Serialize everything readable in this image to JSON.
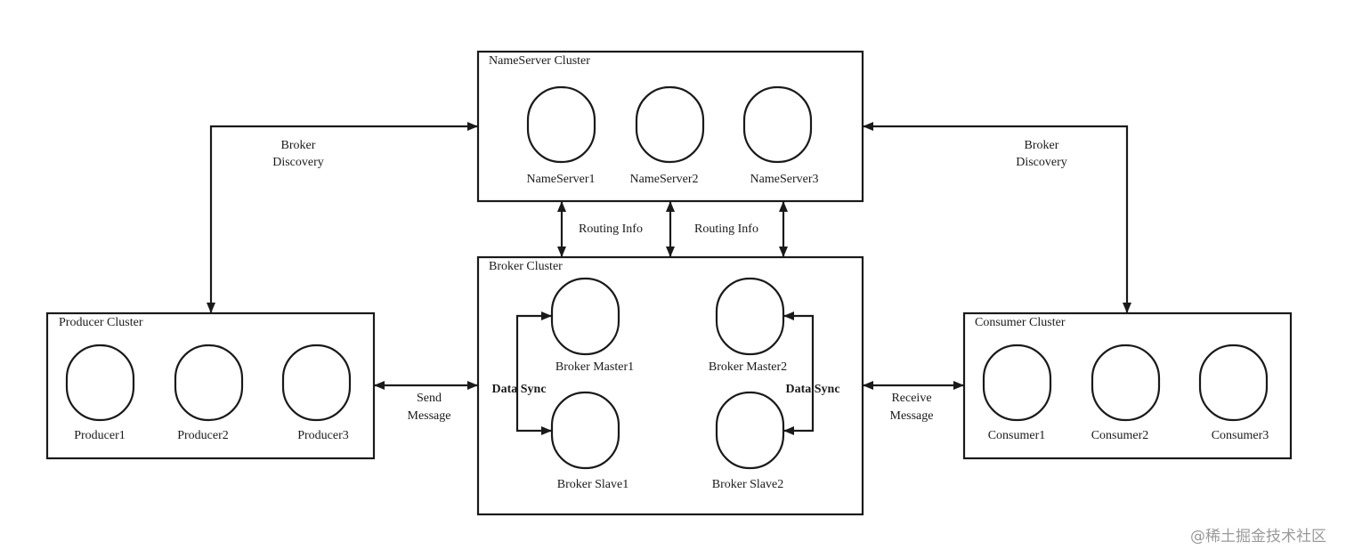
{
  "clusters": {
    "nameserver": {
      "title": "NameServer Cluster",
      "nodes": [
        "NameServer1",
        "NameServer2",
        "NameServer3"
      ]
    },
    "broker": {
      "title": "Broker Cluster",
      "nodes": [
        "Broker Master1",
        "Broker Master2",
        "Broker Slave1",
        "Broker Slave2"
      ]
    },
    "producer": {
      "title": "Producer Cluster",
      "nodes": [
        "Producer1",
        "Producer2",
        "Producer3"
      ]
    },
    "consumer": {
      "title": "Consumer Cluster",
      "nodes": [
        "Consumer1",
        "Consumer2",
        "Consumer3"
      ]
    }
  },
  "edges": {
    "producer_discovery": [
      "Broker",
      "Discovery"
    ],
    "consumer_discovery": [
      "Broker",
      "Discovery"
    ],
    "routing_left": "Routing Info",
    "routing_right": "Routing Info",
    "send": [
      "Send",
      "Message"
    ],
    "receive": [
      "Receive",
      "Message"
    ],
    "sync_left": "Data Sync",
    "sync_right": "Data Sync"
  },
  "watermark": "@稀土掘金技术社区"
}
